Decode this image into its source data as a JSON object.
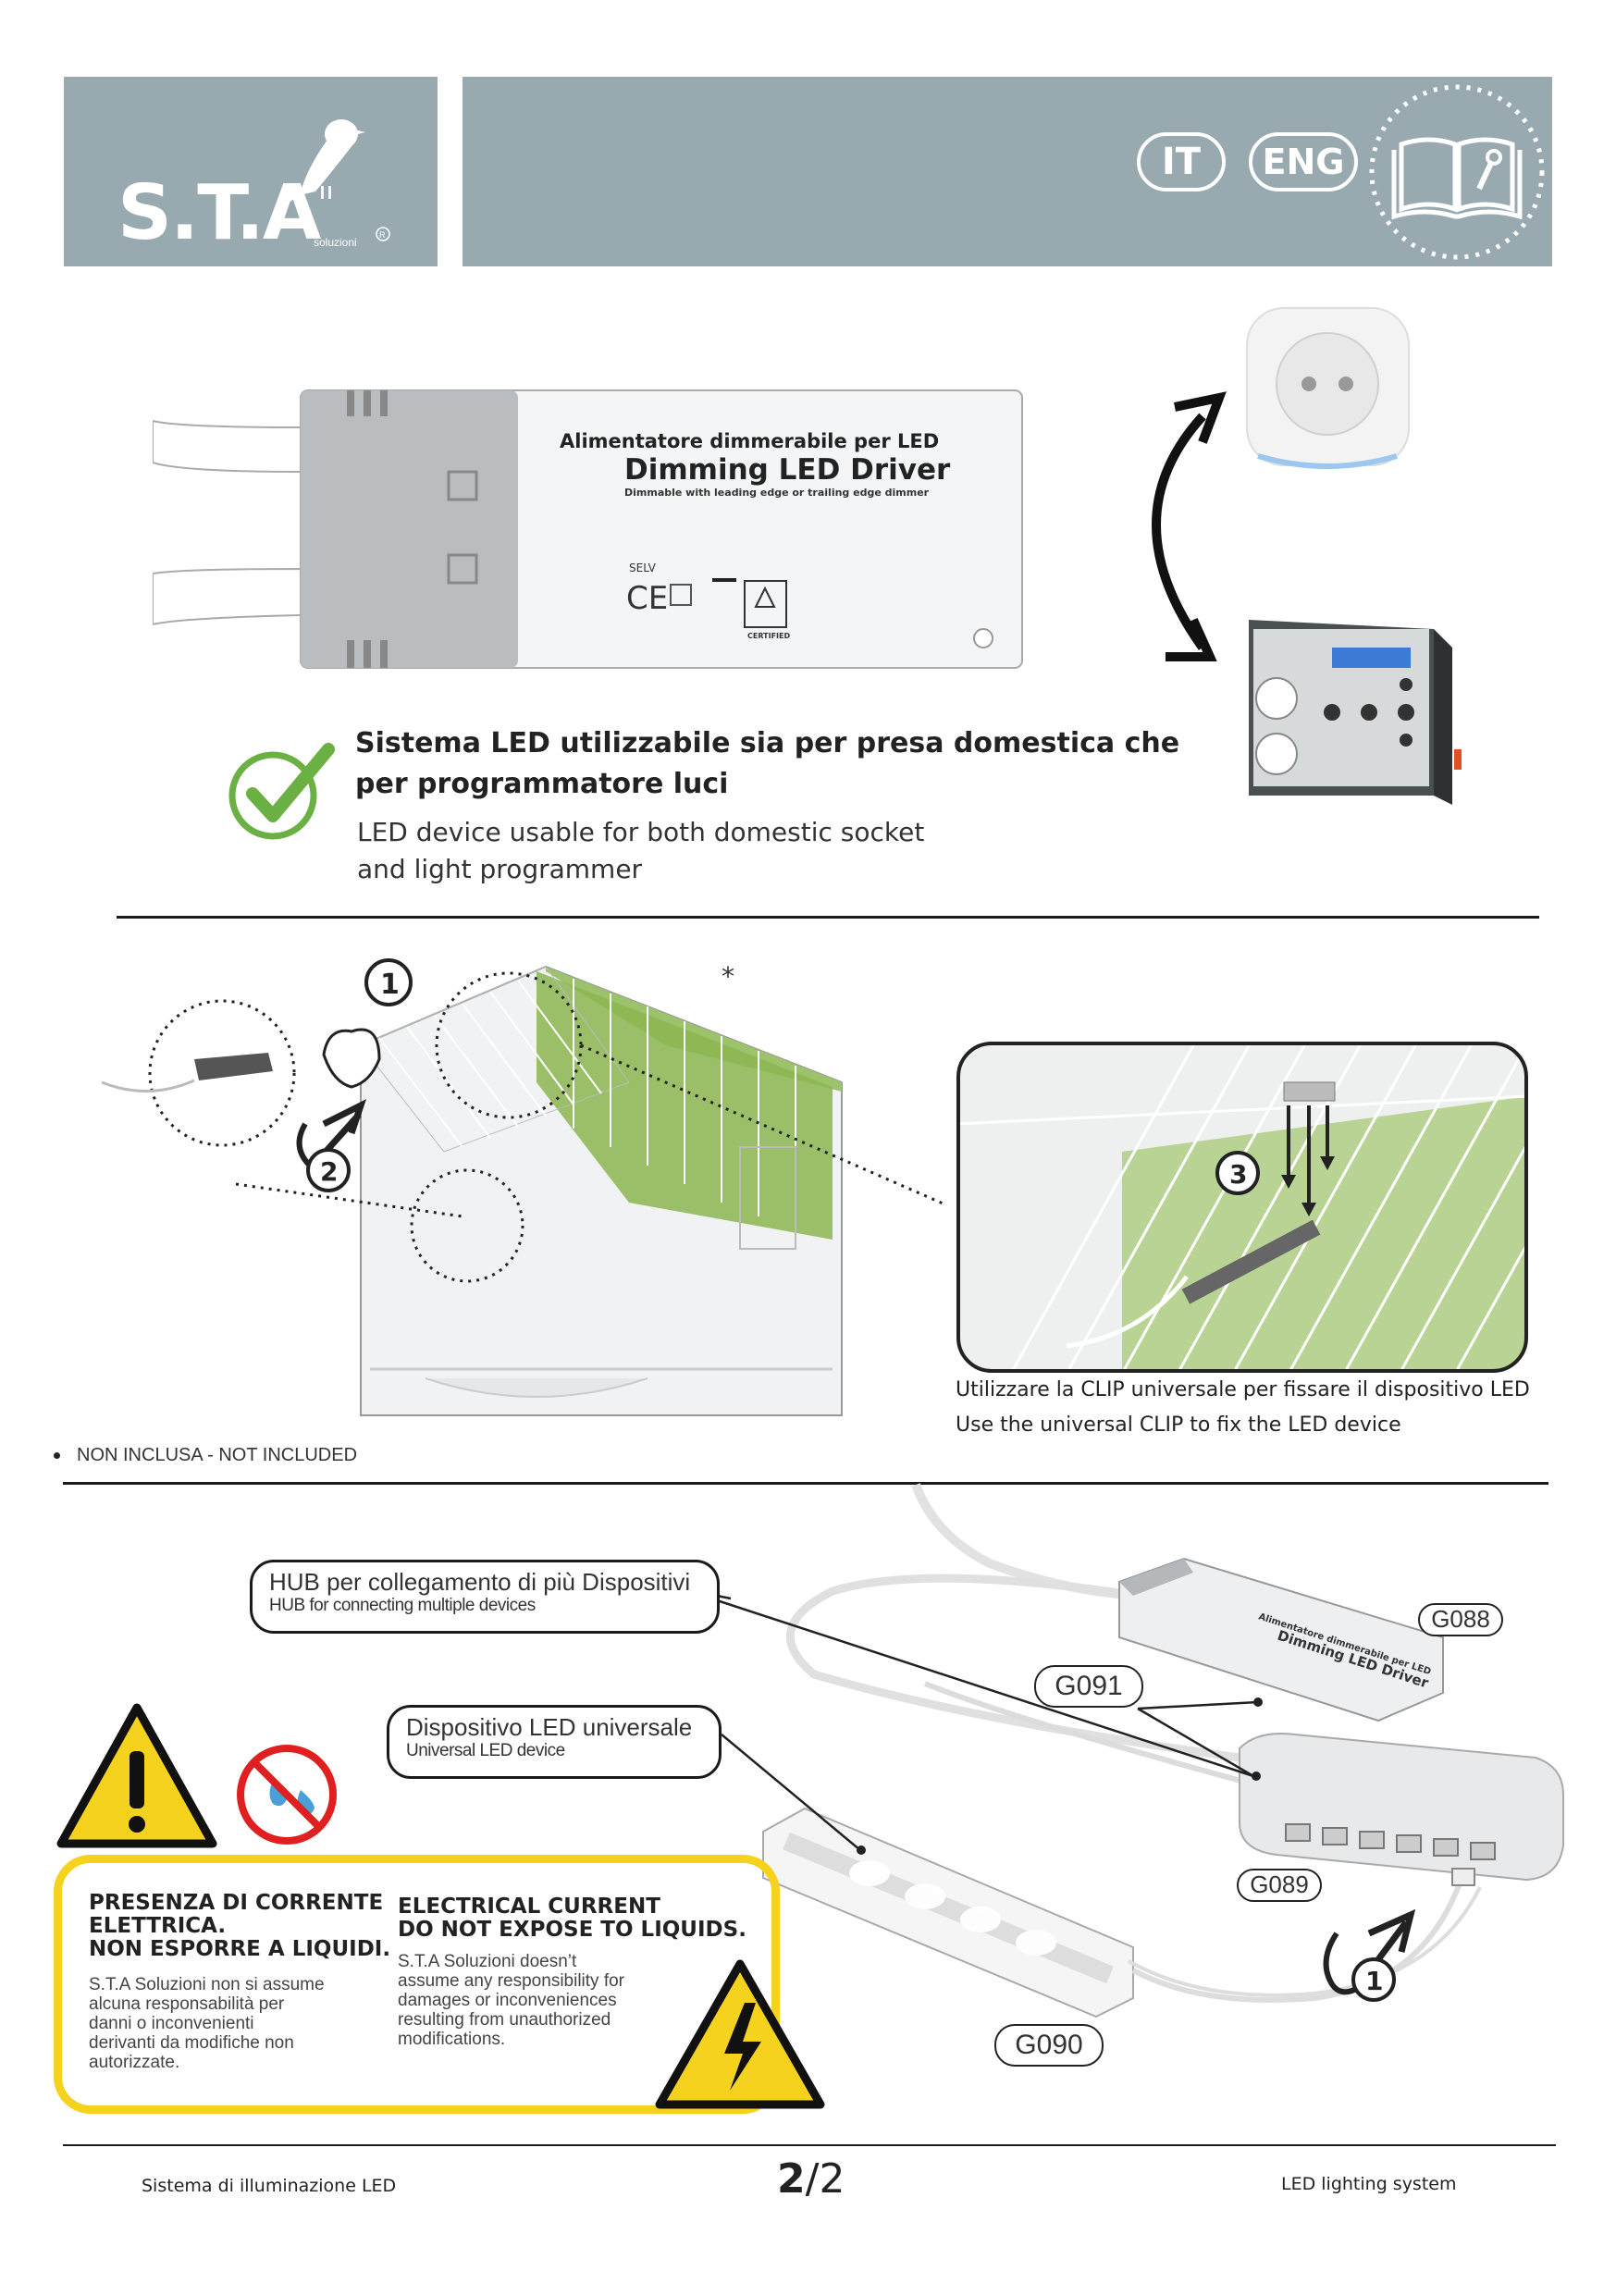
{
  "header": {
    "logo_text": "S.T.A",
    "logo_sub": "soluzioni",
    "lang_it": "IT",
    "lang_eng": "ENG",
    "colors": {
      "band": "#98aab0",
      "white": "#ffffff"
    }
  },
  "driver": {
    "title_it": "Alimentatore dimmerabile per LED",
    "title_en": "Dimming LED Driver",
    "subtitle": "Dimmable with leading edge or trailing edge dimmer",
    "selv": "SELV",
    "certified": "CERTIFIED"
  },
  "usage": {
    "title_it_line1": "Sistema LED utilizzabile sia per presa domestica che",
    "title_it_line2": "per programmatore luci",
    "text_en_line1": "LED device usable for both domestic socket",
    "text_en_line2": "and light programmer"
  },
  "install": {
    "step1": "1",
    "step2": "2",
    "step3": "3",
    "asterisk": "*",
    "clip_it": "Utilizzare la CLIP universale per fissare il dispositivo LED",
    "clip_en": "Use the universal CLIP to fix the LED device",
    "not_included": "NON INCLUSA - NOT INCLUDED"
  },
  "components": {
    "hub_it": "HUB per collegamento di più Dispositivi",
    "hub_en": "HUB for connecting multiple devices",
    "device_it": "Dispositivo LED universale",
    "device_en": "Universal LED device",
    "code_g088": "G088",
    "code_g091": "G091",
    "code_g089": "G089",
    "code_g090": "G090",
    "step1": "1",
    "driver_label_1": "Alimentatore dimmerabile per LED",
    "driver_label_2": "Dimming LED Driver"
  },
  "warning": {
    "it_title_1": "PRESENZA DI CORRENTE",
    "it_title_2": "ELETTRICA.",
    "it_title_3": "NON ESPORRE A LIQUIDI.",
    "it_body_1": "S.T.A Soluzioni non si assume",
    "it_body_2": "alcuna responsabilità per",
    "it_body_3": "danni o inconvenienti",
    "it_body_4": "derivanti da modifiche non",
    "it_body_5": "autorizzate.",
    "en_title_1": "ELECTRICAL CURRENT",
    "en_title_2": "DO NOT EXPOSE TO LIQUIDS.",
    "en_body_1": "S.T.A Soluzioni doesn’t",
    "en_body_2": "assume any responsibility for",
    "en_body_3": "damages or inconveniences",
    "en_body_4": "resulting from unauthorized",
    "en_body_5": "modifications.",
    "colors": {
      "yellow": "#f5d21e",
      "red": "#e02020"
    }
  },
  "footer": {
    "left": "Sistema di illuminazione LED",
    "page_current": "2",
    "page_total": "/2",
    "right": "LED lighting system"
  }
}
